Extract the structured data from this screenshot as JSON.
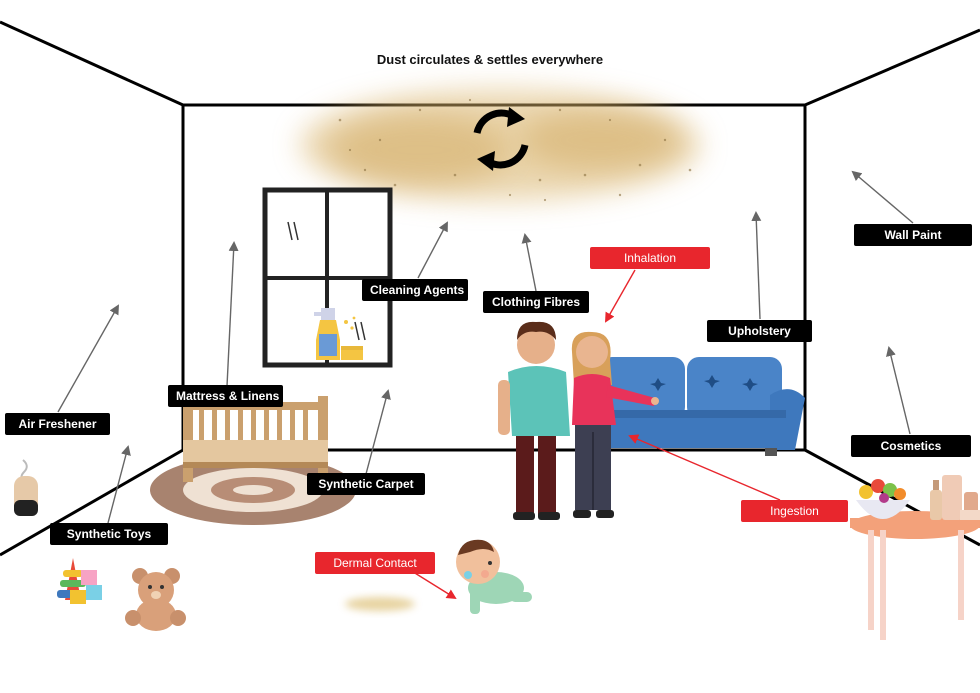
{
  "title": "Dust circulates & settles everywhere",
  "sources": {
    "air_freshener": "Air Freshener",
    "mattress": "Mattress & Linens",
    "cleaning": "Cleaning Agents",
    "clothing": "Clothing Fibres",
    "upholstery": "Upholstery",
    "wall_paint": "Wall Paint",
    "cosmetics": "Cosmetics",
    "synthetic_toys": "Synthetic Toys",
    "synthetic_carpet": "Synthetic Carpet"
  },
  "pathways": {
    "inhalation": "Inhalation",
    "ingestion": "Ingestion",
    "dermal": "Dermal Contact"
  },
  "colors": {
    "pathway_red": "#e8262d",
    "label_black": "#000000",
    "sofa_blue": "#3e78bd",
    "dust": "#d9b36a"
  },
  "icons": [
    "circular-arrows-icon",
    "window",
    "spray-bottle-icon",
    "crib",
    "rug",
    "sofa",
    "adults",
    "baby",
    "toys",
    "teddy-bear",
    "air-freshener-icon",
    "fruit-bowl",
    "side-table"
  ]
}
